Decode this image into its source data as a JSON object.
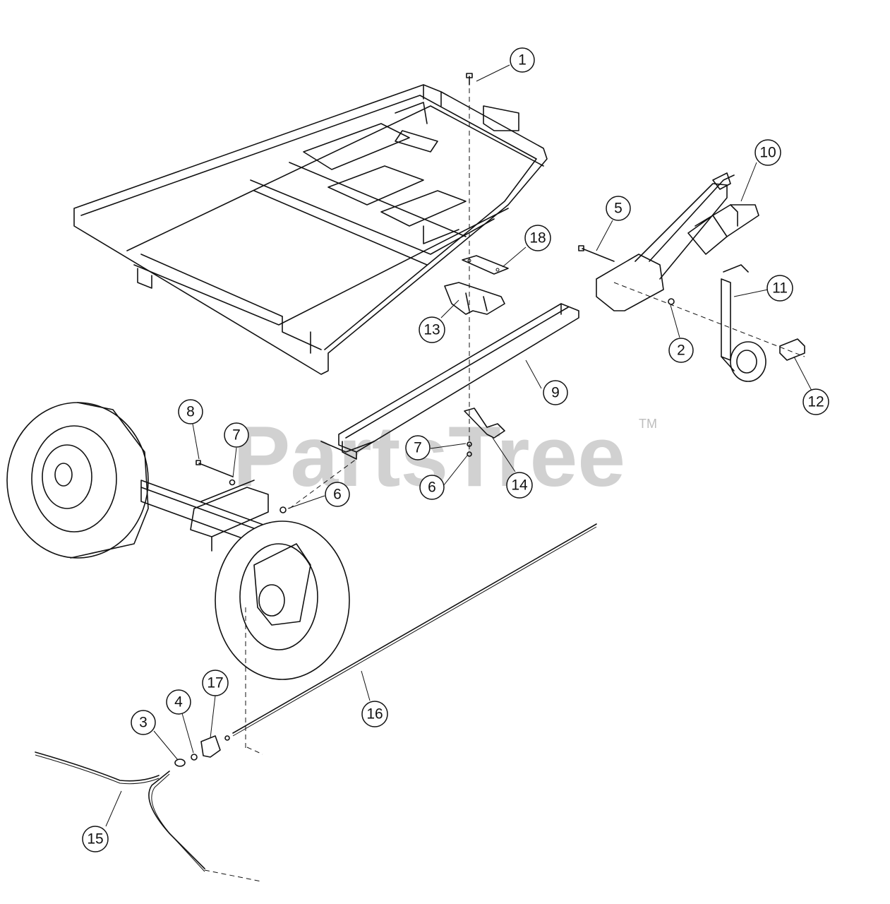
{
  "watermark": {
    "brand": "PartsTree",
    "trademark": "TM"
  },
  "callouts": [
    {
      "id": "c1",
      "label": "1"
    },
    {
      "id": "c2",
      "label": "2"
    },
    {
      "id": "c3",
      "label": "3"
    },
    {
      "id": "c4",
      "label": "4"
    },
    {
      "id": "c5",
      "label": "5"
    },
    {
      "id": "c6a",
      "label": "6"
    },
    {
      "id": "c6b",
      "label": "6"
    },
    {
      "id": "c7a",
      "label": "7"
    },
    {
      "id": "c7b",
      "label": "7"
    },
    {
      "id": "c8",
      "label": "8"
    },
    {
      "id": "c9",
      "label": "9"
    },
    {
      "id": "c10",
      "label": "10"
    },
    {
      "id": "c11",
      "label": "11"
    },
    {
      "id": "c12",
      "label": "12"
    },
    {
      "id": "c13",
      "label": "13"
    },
    {
      "id": "c14",
      "label": "14"
    },
    {
      "id": "c15",
      "label": "15"
    },
    {
      "id": "c16",
      "label": "16"
    },
    {
      "id": "c17",
      "label": "17"
    },
    {
      "id": "c18",
      "label": "18"
    }
  ],
  "colors": {
    "ink": "#111111",
    "watermark": "#c9c9c9",
    "background": "#ffffff"
  }
}
